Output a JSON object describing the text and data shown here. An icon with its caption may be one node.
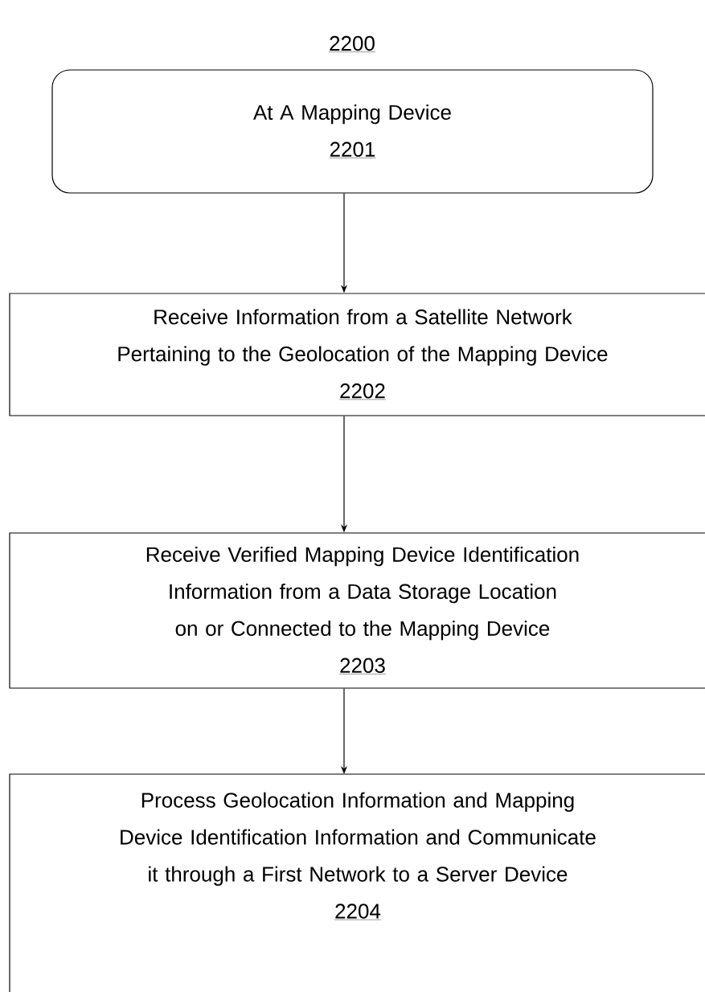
{
  "diagram": {
    "title": "2200",
    "nodes": [
      {
        "text": [
          "At A Mapping Device",
          "2201"
        ]
      },
      {
        "text": [
          "Receive Information from a Satellite Network Pertaining to the Geolocation of the Mapping Device",
          "2202"
        ]
      },
      {
        "text": [
          "Receive Verified Mapping Device Identification Information from a Data Storage Location on or Connected to the Mapping Device",
          "2203"
        ]
      },
      {
        "text": [
          "Process Geolocation Information and Mapping Device Identification Information and Communicate it through a First Network to a Server Device",
          "2204"
        ]
      }
    ],
    "edges": [
      {
        "from": 0,
        "to": 1,
        "arrow": "to"
      },
      {
        "from": 1,
        "to": 2,
        "arrow": "to"
      },
      {
        "from": 2,
        "to": 3,
        "arrow": "to"
      }
    ]
  }
}
